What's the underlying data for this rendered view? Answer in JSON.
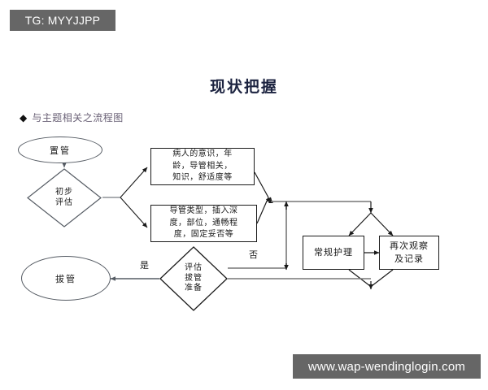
{
  "watermarks": {
    "top_badge": "TG: MYYJJPP",
    "bottom_badge": "www.wap-wendinglogin.com"
  },
  "header": {
    "title": "现状把握",
    "bullet_glyph": "◆",
    "section_label": "与主题相关之流程图"
  },
  "colors": {
    "badge_background": "#666666",
    "badge_text": "#ffffff",
    "title_text": "#1c2340",
    "section_label_text": "#6b6277",
    "shape_stroke": "#555b63",
    "rect_stroke": "#1a1a1a",
    "connector": "#777777",
    "page_background": "#ffffff"
  },
  "flowchart": {
    "nodes": [
      {
        "id": "start",
        "type": "ellipse",
        "label": "置管"
      },
      {
        "id": "initial",
        "type": "diamond",
        "label_lines": [
          "初步",
          "评估"
        ]
      },
      {
        "id": "info_a",
        "type": "rectangle",
        "label_lines": [
          "病人的意识，年",
          "龄，导管相关，",
          "知识，舒适度等"
        ]
      },
      {
        "id": "info_b",
        "type": "rectangle",
        "label_lines": [
          "导管类型，插入深",
          "度，部位，通畅程",
          "度，固定妥否等"
        ]
      },
      {
        "id": "routine",
        "type": "rectangle",
        "label_lines": [
          "常规护理"
        ]
      },
      {
        "id": "observe",
        "type": "rectangle",
        "label_lines": [
          "再次观察",
          "及记录"
        ]
      },
      {
        "id": "evaluate",
        "type": "diamond",
        "label_lines": [
          "评估",
          "拔管",
          "准备"
        ]
      },
      {
        "id": "remove",
        "type": "ellipse",
        "label": "拔管"
      }
    ],
    "edge_labels": {
      "yes": "是",
      "no": "否"
    }
  }
}
